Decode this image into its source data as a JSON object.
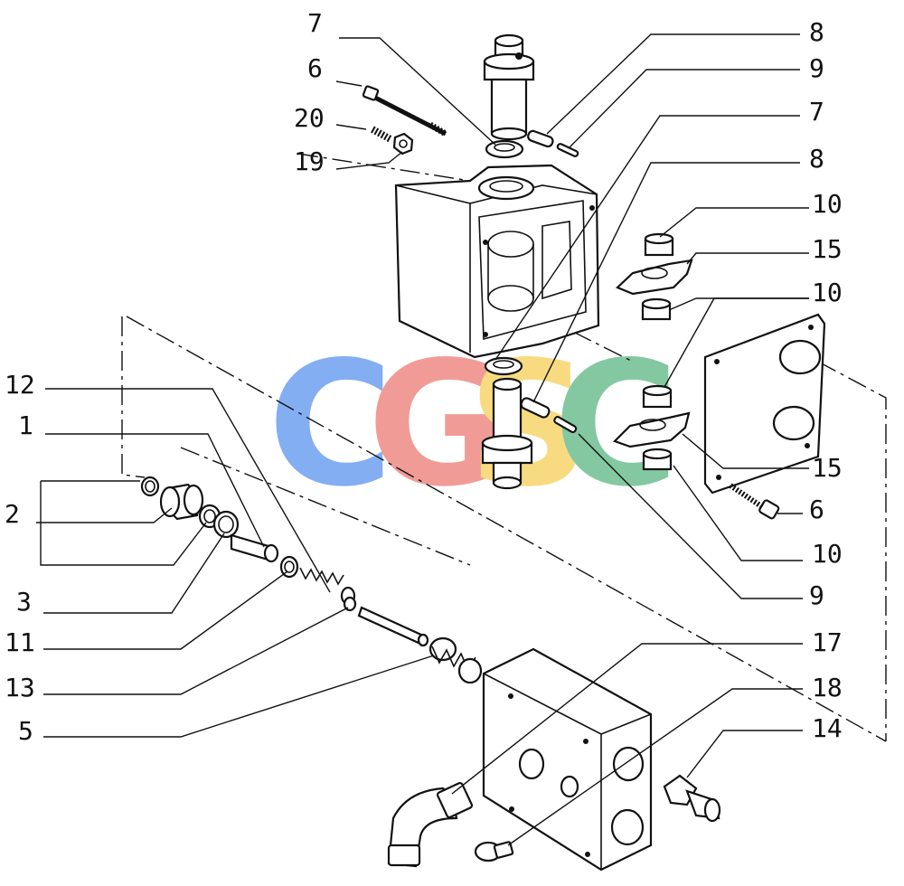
{
  "watermark": {
    "letters": [
      {
        "char": "C",
        "color": "#6fa0f0"
      },
      {
        "char": "G",
        "color": "#ef8a86"
      },
      {
        "char": "S",
        "color": "#f7d56a"
      },
      {
        "char": "C",
        "color": "#6fbf91"
      }
    ]
  },
  "callouts": {
    "c7_top": "7",
    "c6_top": "6",
    "c20": "20",
    "c19": "19",
    "c8_top": "8",
    "c9_top": "9",
    "c7_right": "7",
    "c8_right": "8",
    "c10_a": "10",
    "c15_a": "15",
    "c10_b": "10",
    "c15_b": "15",
    "c6_right": "6",
    "c10_c": "10",
    "c9_right": "9",
    "c17": "17",
    "c18": "18",
    "c14": "14",
    "c12": "12",
    "c1": "1",
    "c2": "2",
    "c3": "3",
    "c11": "11",
    "c13": "13",
    "c5": "5"
  }
}
